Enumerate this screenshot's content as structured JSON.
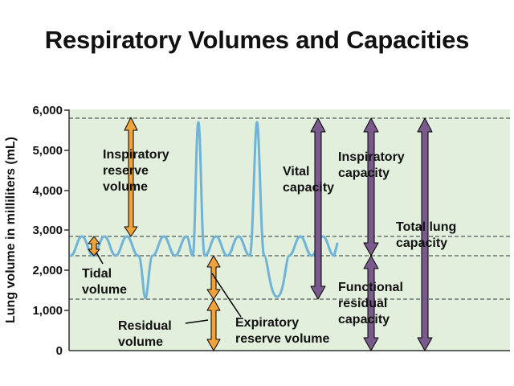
{
  "title": "Respiratory Volumes and Capacities",
  "y_axis": {
    "label": "Lung volume in milliliters (mL)",
    "ticks": [
      "6,000",
      "5,000",
      "4,000",
      "3,000",
      "2,000",
      "1,000",
      "0"
    ]
  },
  "labels": {
    "irv": [
      "Inspiratory",
      "reserve",
      "volume"
    ],
    "tidal": [
      "Tidal",
      "volume"
    ],
    "residual": [
      "Residual",
      "volume"
    ],
    "erv": [
      "Expiratory",
      "reserve volume"
    ],
    "vital": [
      "Vital",
      "capacity"
    ],
    "ic": [
      "Inspiratory",
      "capacity"
    ],
    "tlc": [
      "Total lung",
      "capacity"
    ],
    "frc": [
      "Functional",
      "residual",
      "capacity"
    ]
  },
  "colors": {
    "plot_bg": "#e1efdc",
    "trace": "#6fb3d7",
    "volume_arrow": "#f0a33a",
    "capacity_arrow": "#7a5a8c",
    "dashed": "#333333"
  },
  "reference_levels_ml": [
    0,
    1200,
    2400,
    2900,
    5800
  ]
}
